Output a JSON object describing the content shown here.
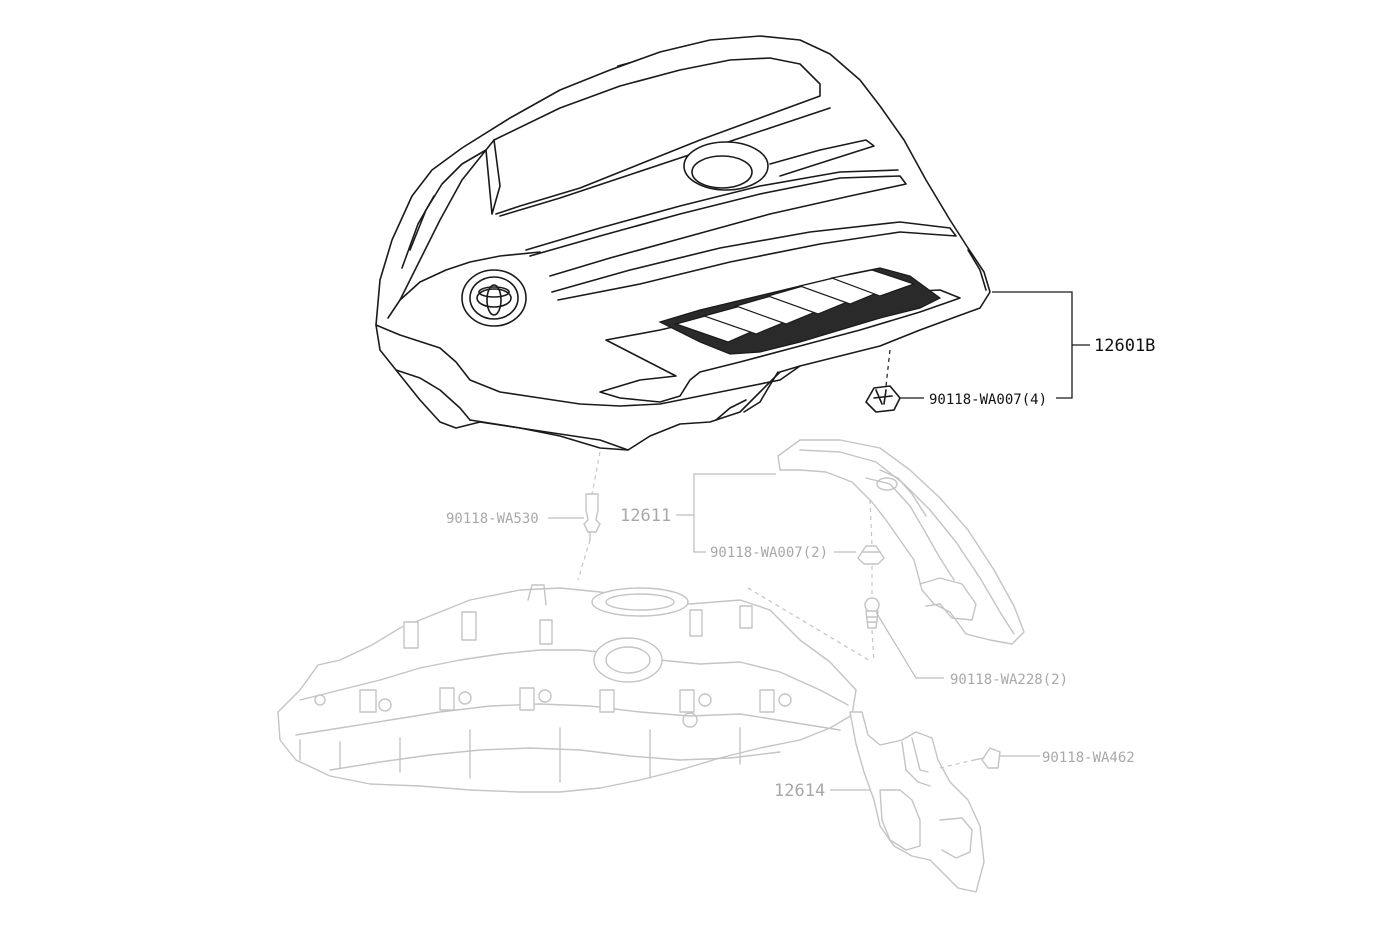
{
  "labels": {
    "cover_assy": "12601B",
    "cover_clip": "90118-WA007(4)",
    "stud_bolt": "90118-WA530",
    "insulator": "12611",
    "insulator_clip": "90118-WA007(2)",
    "insulator_pin": "90118-WA228(2)",
    "side_cover": "12614",
    "side_bolt": "90118-WA462"
  }
}
